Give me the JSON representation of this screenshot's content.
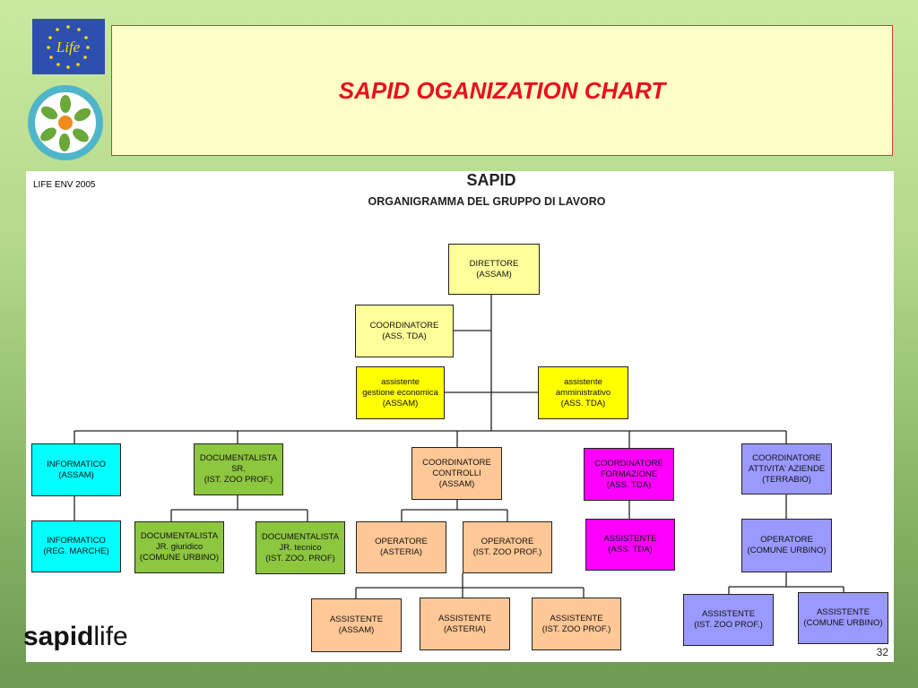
{
  "header": {
    "title": "SAPID OGANIZATION CHART"
  },
  "panel": {
    "program": "LIFE ENV 2005",
    "title": "SAPID",
    "subtitle": "ORGANIGRAMMA DEL GRUPPO DI LAVORO",
    "page_number": "32"
  },
  "brand": {
    "bold": "sapid",
    "light": "life"
  },
  "logos": {
    "eu_text": "Life"
  },
  "nodes": {
    "direttore": [
      "DIRETTORE",
      "(ASSAM)"
    ],
    "coord_tda": [
      "COORDINATORE",
      "(ASS. TDA)"
    ],
    "ass_gestione": [
      "assistente",
      "gestione economica",
      "(ASSAM)"
    ],
    "ass_amm": [
      "assistente",
      "amministrativo",
      "(ASS. TDA)"
    ],
    "informatico1": [
      "INFORMATICO",
      "(ASSAM)"
    ],
    "doc_sr": [
      "DOCUMENTALISTA",
      "SR.",
      "(IST. ZOO PROF.)"
    ],
    "coord_controlli": [
      "COORDINATORE",
      "CONTROLLI",
      "(ASSAM)"
    ],
    "coord_formazione": [
      "COORDINATORE",
      "FORMAZIONE",
      "(ASS. TDA)"
    ],
    "coord_attivita": [
      "COORDINATORE",
      "ATTIVITA' AZIENDE",
      "(TERRABIO)"
    ],
    "informatico2": [
      "INFORMATICO",
      "(REG. MARCHE)"
    ],
    "doc_jr_giur": [
      "DOCUMENTALISTA",
      "JR. giuridico",
      "(COMUNE URBINO)"
    ],
    "doc_jr_tec": [
      "DOCUMENTALISTA",
      "JR. tecnico",
      "(IST. ZOO. PROF)"
    ],
    "op_asteria": [
      "OPERATORE",
      "(ASTERIA)"
    ],
    "op_istzoo": [
      "OPERATORE",
      "(IST. ZOO PROF.)"
    ],
    "ass_tda": [
      "ASSISTENTE",
      "(ASS. TDA)"
    ],
    "op_urbino": [
      "OPERATORE",
      "(COMUNE URBINO)"
    ],
    "ass_assam": [
      "ASSISTENTE",
      "(ASSAM)"
    ],
    "ass_asteria": [
      "ASSISTENTE",
      "(ASTERIA)"
    ],
    "ass_istzoo": [
      "ASSISTENTE",
      "(IST. ZOO PROF.)"
    ],
    "ass_istzoo2": [
      "ASSISTENTE",
      "(IST. ZOO PROF.)"
    ],
    "ass_urbino": [
      "ASSISTENTE",
      "(COMUNE URBINO)"
    ]
  }
}
